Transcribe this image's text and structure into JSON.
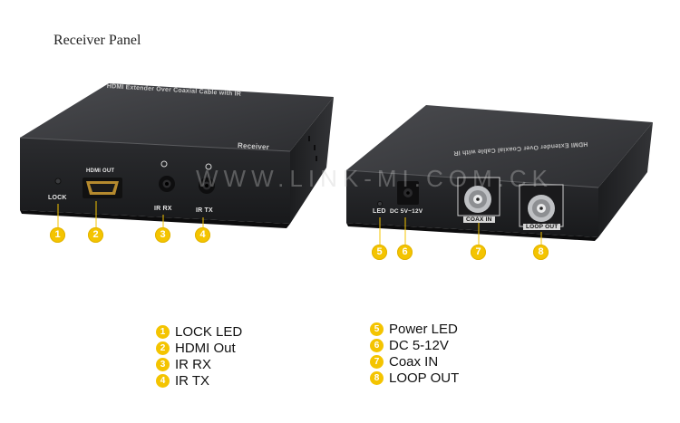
{
  "title": "Receiver Panel",
  "watermark": "WWW.LINK-MI.COM.CK",
  "left_device": {
    "top_print": "HDMI Extender Over Coaxial Cable with IR",
    "corner_print": "Receiver",
    "ports": {
      "lock": "LOCK",
      "hdmi_out": "HDMI OUT",
      "ir_rx": "IR RX",
      "ir_tx": "IR TX"
    }
  },
  "right_device": {
    "top_print": "HDMI Extender Over Coaxial Cable with IR",
    "ports": {
      "led": "LED",
      "dc": "DC 5V~12V",
      "coax_in": "COAX IN",
      "loop_out": "LOOP OUT"
    }
  },
  "badges": [
    "1",
    "2",
    "3",
    "4",
    "5",
    "6",
    "7",
    "8"
  ],
  "legend_left": [
    {
      "num": "1",
      "label": "LOCK LED"
    },
    {
      "num": "2",
      "label": "HDMI Out"
    },
    {
      "num": "3",
      "label": "IR RX"
    },
    {
      "num": "4",
      "label": "IR TX"
    }
  ],
  "legend_right": [
    {
      "num": "5",
      "label": "Power LED"
    },
    {
      "num": "6",
      "label": "DC 5-12V"
    },
    {
      "num": "7",
      "label": "Coax IN"
    },
    {
      "num": "8",
      "label": "LOOP OUT"
    }
  ],
  "colors": {
    "badge": "#f4c400",
    "device": "#2a2b2e"
  }
}
